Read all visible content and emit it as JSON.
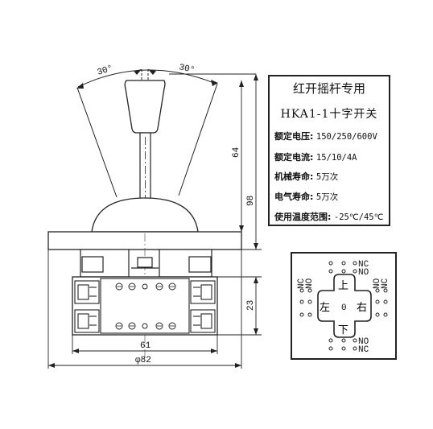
{
  "spec": {
    "title": "红开摇杆专用",
    "model": "HKA1-1十字开关",
    "rows": [
      {
        "label": "额定电压:",
        "value": "150/250/600V"
      },
      {
        "label": "额定电流:",
        "value": "15/10/4A"
      },
      {
        "label": "机械寿命:",
        "value": "5万次"
      },
      {
        "label": "电气寿命:",
        "value": "5万次"
      },
      {
        "label": "使用温度范围:",
        "value": "-25℃/45℃"
      }
    ]
  },
  "dimensions": {
    "angle_left": "30°",
    "angle_right": "30°",
    "handle_height": "64",
    "total_height": "98",
    "body_height": "23",
    "body_width": "61",
    "base_diameter": "φ82"
  },
  "switch_diagram": {
    "up": "上",
    "down": "下",
    "left": "左",
    "right": "右",
    "center": "0",
    "nc": "NC",
    "no": "NO"
  }
}
